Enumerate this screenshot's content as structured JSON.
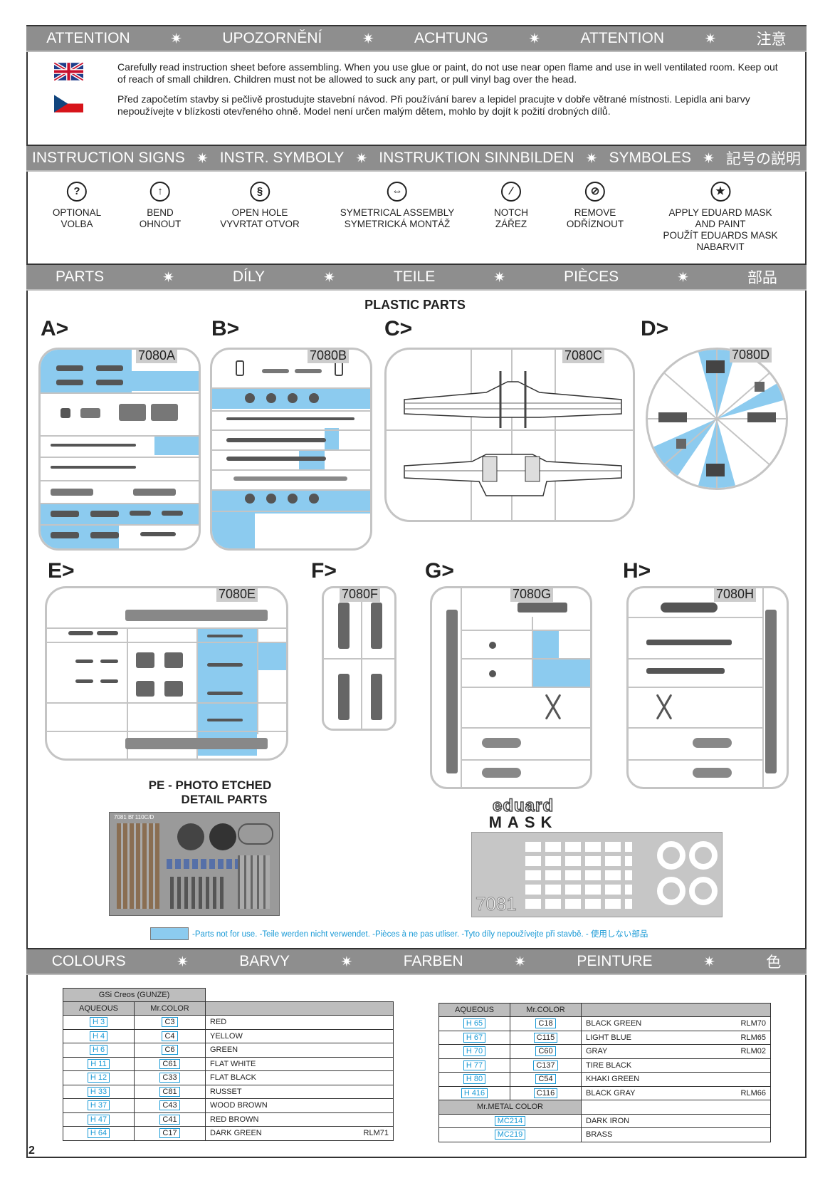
{
  "attention_header": [
    "ATTENTION",
    "UPOZORNĚNÍ",
    "ACHTUNG",
    "ATTENTION",
    "注意"
  ],
  "warnings": {
    "en": "Carefully read instruction sheet before assembling. When you use glue or paint, do not use near open flame and use in well ventilated room. Keep out of reach of small children. Children must not be allowed to suck any part, or pull vinyl bag over the head.",
    "cz": "Před započetím stavby si pečlivě prostudujte stavební návod. Při používání barev a lepidel pracujte v dobře větrané místnosti. Lepidla ani barvy nepoužívejte v blízkosti otevřeného ohně. Model není určen malým dětem, mohlo by dojít k požití drobných dílů."
  },
  "signs_header": [
    "INSTRUCTION SIGNS",
    "INSTR. SYMBOLY",
    "INSTRUKTION SINNBILDEN",
    "SYMBOLES",
    "記号の説明"
  ],
  "signs": [
    {
      "icon": "?",
      "l1": "OPTIONAL",
      "l2": "VOLBA"
    },
    {
      "icon": "↑",
      "l1": "BEND",
      "l2": "OHNOUT"
    },
    {
      "icon": "§",
      "l1": "OPEN HOLE",
      "l2": "VYVRTAT OTVOR"
    },
    {
      "icon": "⇔",
      "l1": "SYMETRICAL ASSEMBLY",
      "l2": "SYMETRICKÁ MONTÁŽ"
    },
    {
      "icon": "∕",
      "l1": "NOTCH",
      "l2": "ZÁŘEZ"
    },
    {
      "icon": "⊘",
      "l1": "REMOVE",
      "l2": "ODŘÍZNOUT"
    },
    {
      "icon": "★",
      "l1": "APPLY EDUARD MASK",
      "l2": "AND PAINT",
      "l3": "POUŽÍT EDUARDS MASK",
      "l4": "NABARVIT"
    }
  ],
  "parts_header": [
    "PARTS",
    "DÍLY",
    "TEILE",
    "PIÈCES",
    "部品"
  ],
  "plastic_title": "PLASTIC PARTS",
  "sprues": [
    {
      "label": "A>",
      "code": "7080A"
    },
    {
      "label": "B>",
      "code": "7080B"
    },
    {
      "label": "C>",
      "code": "7080C"
    },
    {
      "label": "D>",
      "code": "7080D"
    },
    {
      "label": "E>",
      "code": "7080E"
    },
    {
      "label": "F>",
      "code": "7080F"
    },
    {
      "label": "G>",
      "code": "7080G"
    },
    {
      "label": "H>",
      "code": "7080H"
    }
  ],
  "pe_title_1": "PE - PHOTO ETCHED",
  "pe_title_2": "DETAIL PARTS",
  "pe_fret_text": "7081 Bf 110C/D",
  "mask_logo": "eduard",
  "mask_word": "MASK",
  "mask_code": "7081",
  "not_for_use_note": "-Parts not for use. -Teile werden nicht verwendet. -Pièces à ne pas utliser. -Tyto díly nepoužívejte při stavbě. - 使用しない部品",
  "colours_header": [
    "COLOURS",
    "BARVY",
    "FARBEN",
    "PEINTURE",
    "色"
  ],
  "colour_table": {
    "brand": "GSi Creos (GUNZE)",
    "col_aqueous": "AQUEOUS",
    "col_mrcolor": "Mr.COLOR",
    "col_metal": "Mr.METAL COLOR",
    "left": [
      [
        "H 3",
        "C3",
        "RED",
        ""
      ],
      [
        "H 4",
        "C4",
        "YELLOW",
        ""
      ],
      [
        "H 6",
        "C6",
        "GREEN",
        ""
      ],
      [
        "H 11",
        "C61",
        "FLAT WHITE",
        ""
      ],
      [
        "H 12",
        "C33",
        "FLAT BLACK",
        ""
      ],
      [
        "H 33",
        "C81",
        "RUSSET",
        ""
      ],
      [
        "H 37",
        "C43",
        "WOOD BROWN",
        ""
      ],
      [
        "H 47",
        "C41",
        "RED BROWN",
        ""
      ],
      [
        "H 64",
        "C17",
        "DARK GREEN",
        "RLM71"
      ]
    ],
    "right": [
      [
        "H 65",
        "C18",
        "BLACK GREEN",
        "RLM70"
      ],
      [
        "H 67",
        "C115",
        "LIGHT BLUE",
        "RLM65"
      ],
      [
        "H 70",
        "C60",
        "GRAY",
        "RLM02"
      ],
      [
        "H 77",
        "C137",
        "TIRE BLACK",
        ""
      ],
      [
        "H 80",
        "C54",
        "KHAKI GREEN",
        ""
      ],
      [
        "H 416",
        "C116",
        "BLACK GRAY",
        "RLM66"
      ]
    ],
    "metal": [
      [
        "MC214",
        "DARK IRON"
      ],
      [
        "MC219",
        "BRASS"
      ]
    ]
  },
  "page_number": "2",
  "colors": {
    "band": "#8e8e8e",
    "not_for_use": "#8ccbef",
    "code_blue": "#1a9ad6"
  }
}
